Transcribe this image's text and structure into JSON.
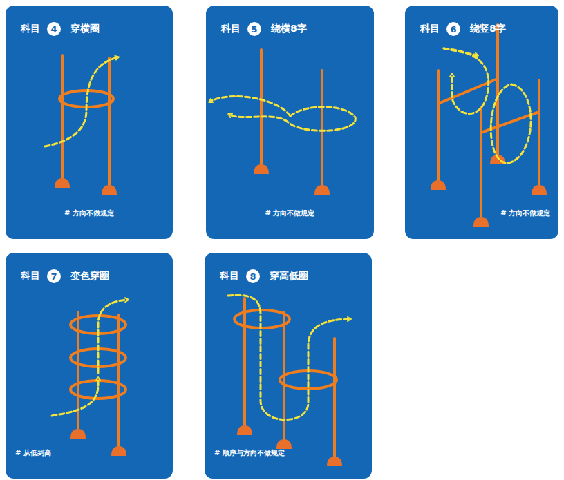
{
  "diagram": {
    "nodes": [
      {
        "text": [
          "科目",
          "穿横圈",
          "# 方向不做规定"
        ]
      },
      {
        "text": [
          "4"
        ],
        "in": 0
      },
      {
        "text": [
          "科目",
          "绕横8字",
          "# 方向不做规定"
        ]
      },
      {
        "text": [
          "5"
        ],
        "in": 2
      },
      {
        "text": [
          "科目",
          "绕竖8字",
          "# 方向不做规定"
        ]
      },
      {
        "text": [
          "6"
        ],
        "in": 4
      },
      {
        "text": [
          "科目",
          "变色穿圈",
          "# 从低到高"
        ]
      },
      {
        "text": [
          "7"
        ],
        "in": 6
      },
      {
        "text": [
          "科目",
          "穿高低圈",
          "# 顺序与方向不做规定"
        ]
      },
      {
        "text": [
          "8"
        ],
        "in": 8
      }
    ]
  }
}
